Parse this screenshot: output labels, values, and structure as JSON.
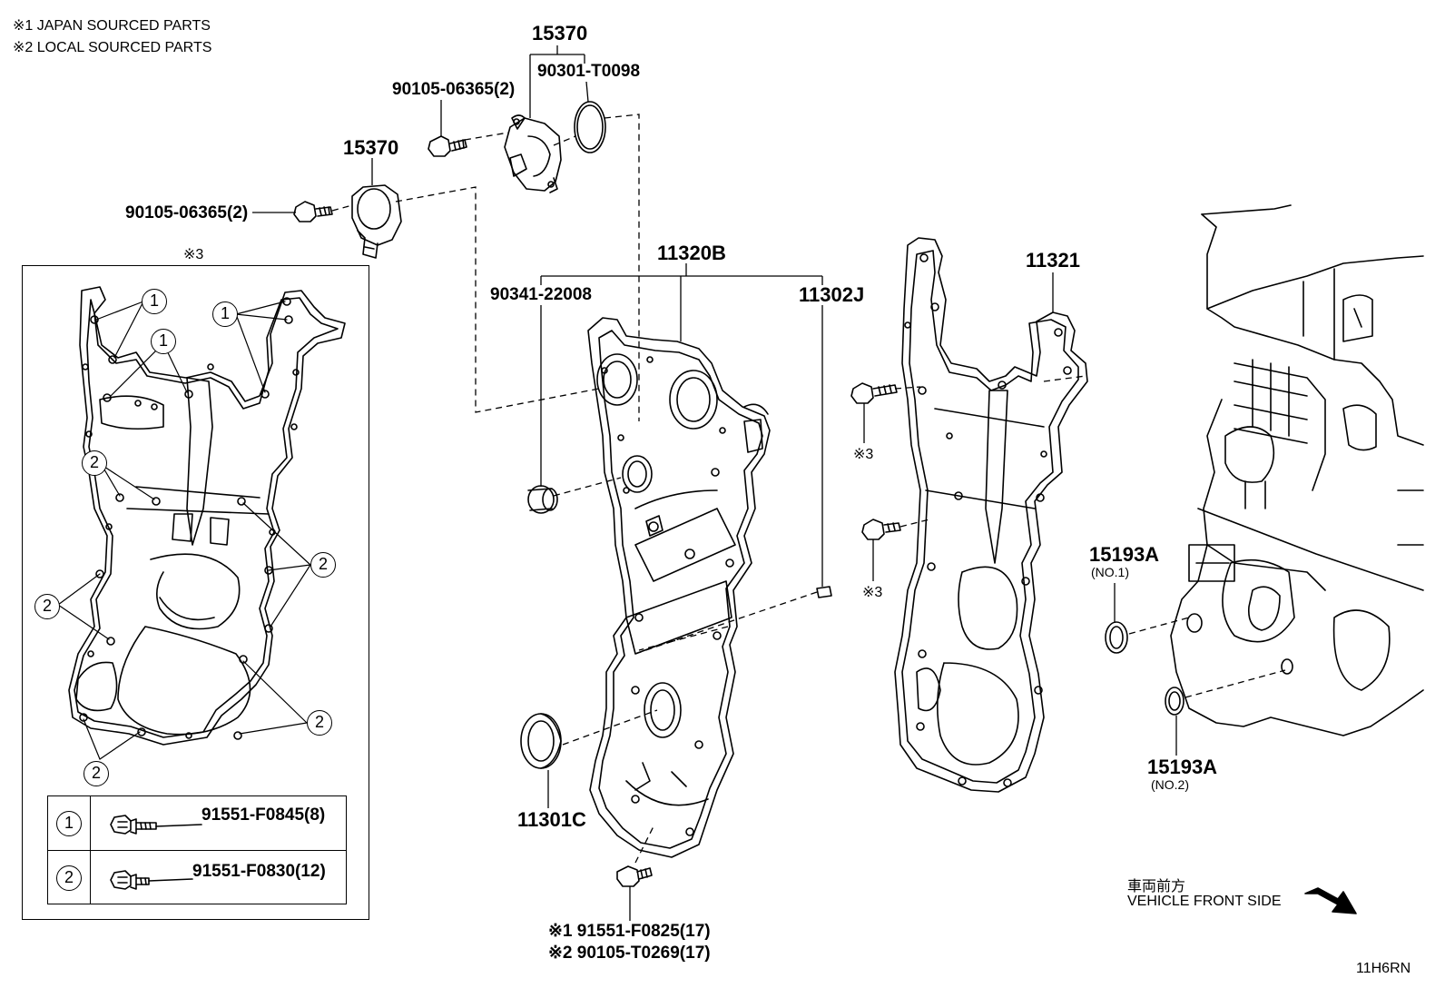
{
  "notes": {
    "japan": "※1 JAPAN SOURCED PARTS",
    "local": "※2 LOCAL SOURCED PARTS"
  },
  "inset": {
    "mark": "※3",
    "callouts": {
      "one": "1",
      "two": "2"
    },
    "legend": [
      {
        "key": "1",
        "part": "91551-F0845(8)"
      },
      {
        "key": "2",
        "part": "91551-F0830(12)"
      }
    ]
  },
  "parts": {
    "sensor_top": "15370",
    "oring": "90301-T0098",
    "bolt_top": "90105-06365(2)",
    "sensor_left": "15370",
    "bolt_left": "90105-06365(2)",
    "cover": "11320B",
    "plug": "90341-22008",
    "pin": "11302J",
    "seal": "11301C",
    "bolt_bottom_1": "※1 91551-F0825(17)",
    "bolt_bottom_2": "※2 90105-T0269(17)",
    "gasket": "11321",
    "bolt_mark_upper": "※3",
    "bolt_mark_lower": "※3",
    "oring_no1": "15193A",
    "oring_no1_sub": "(NO.1)",
    "oring_no2": "15193A",
    "oring_no2_sub": "(NO.2)"
  },
  "direction": {
    "jp": "車両前方",
    "en": "VEHICLE FRONT SIDE"
  },
  "figure_code": "11H6RN"
}
